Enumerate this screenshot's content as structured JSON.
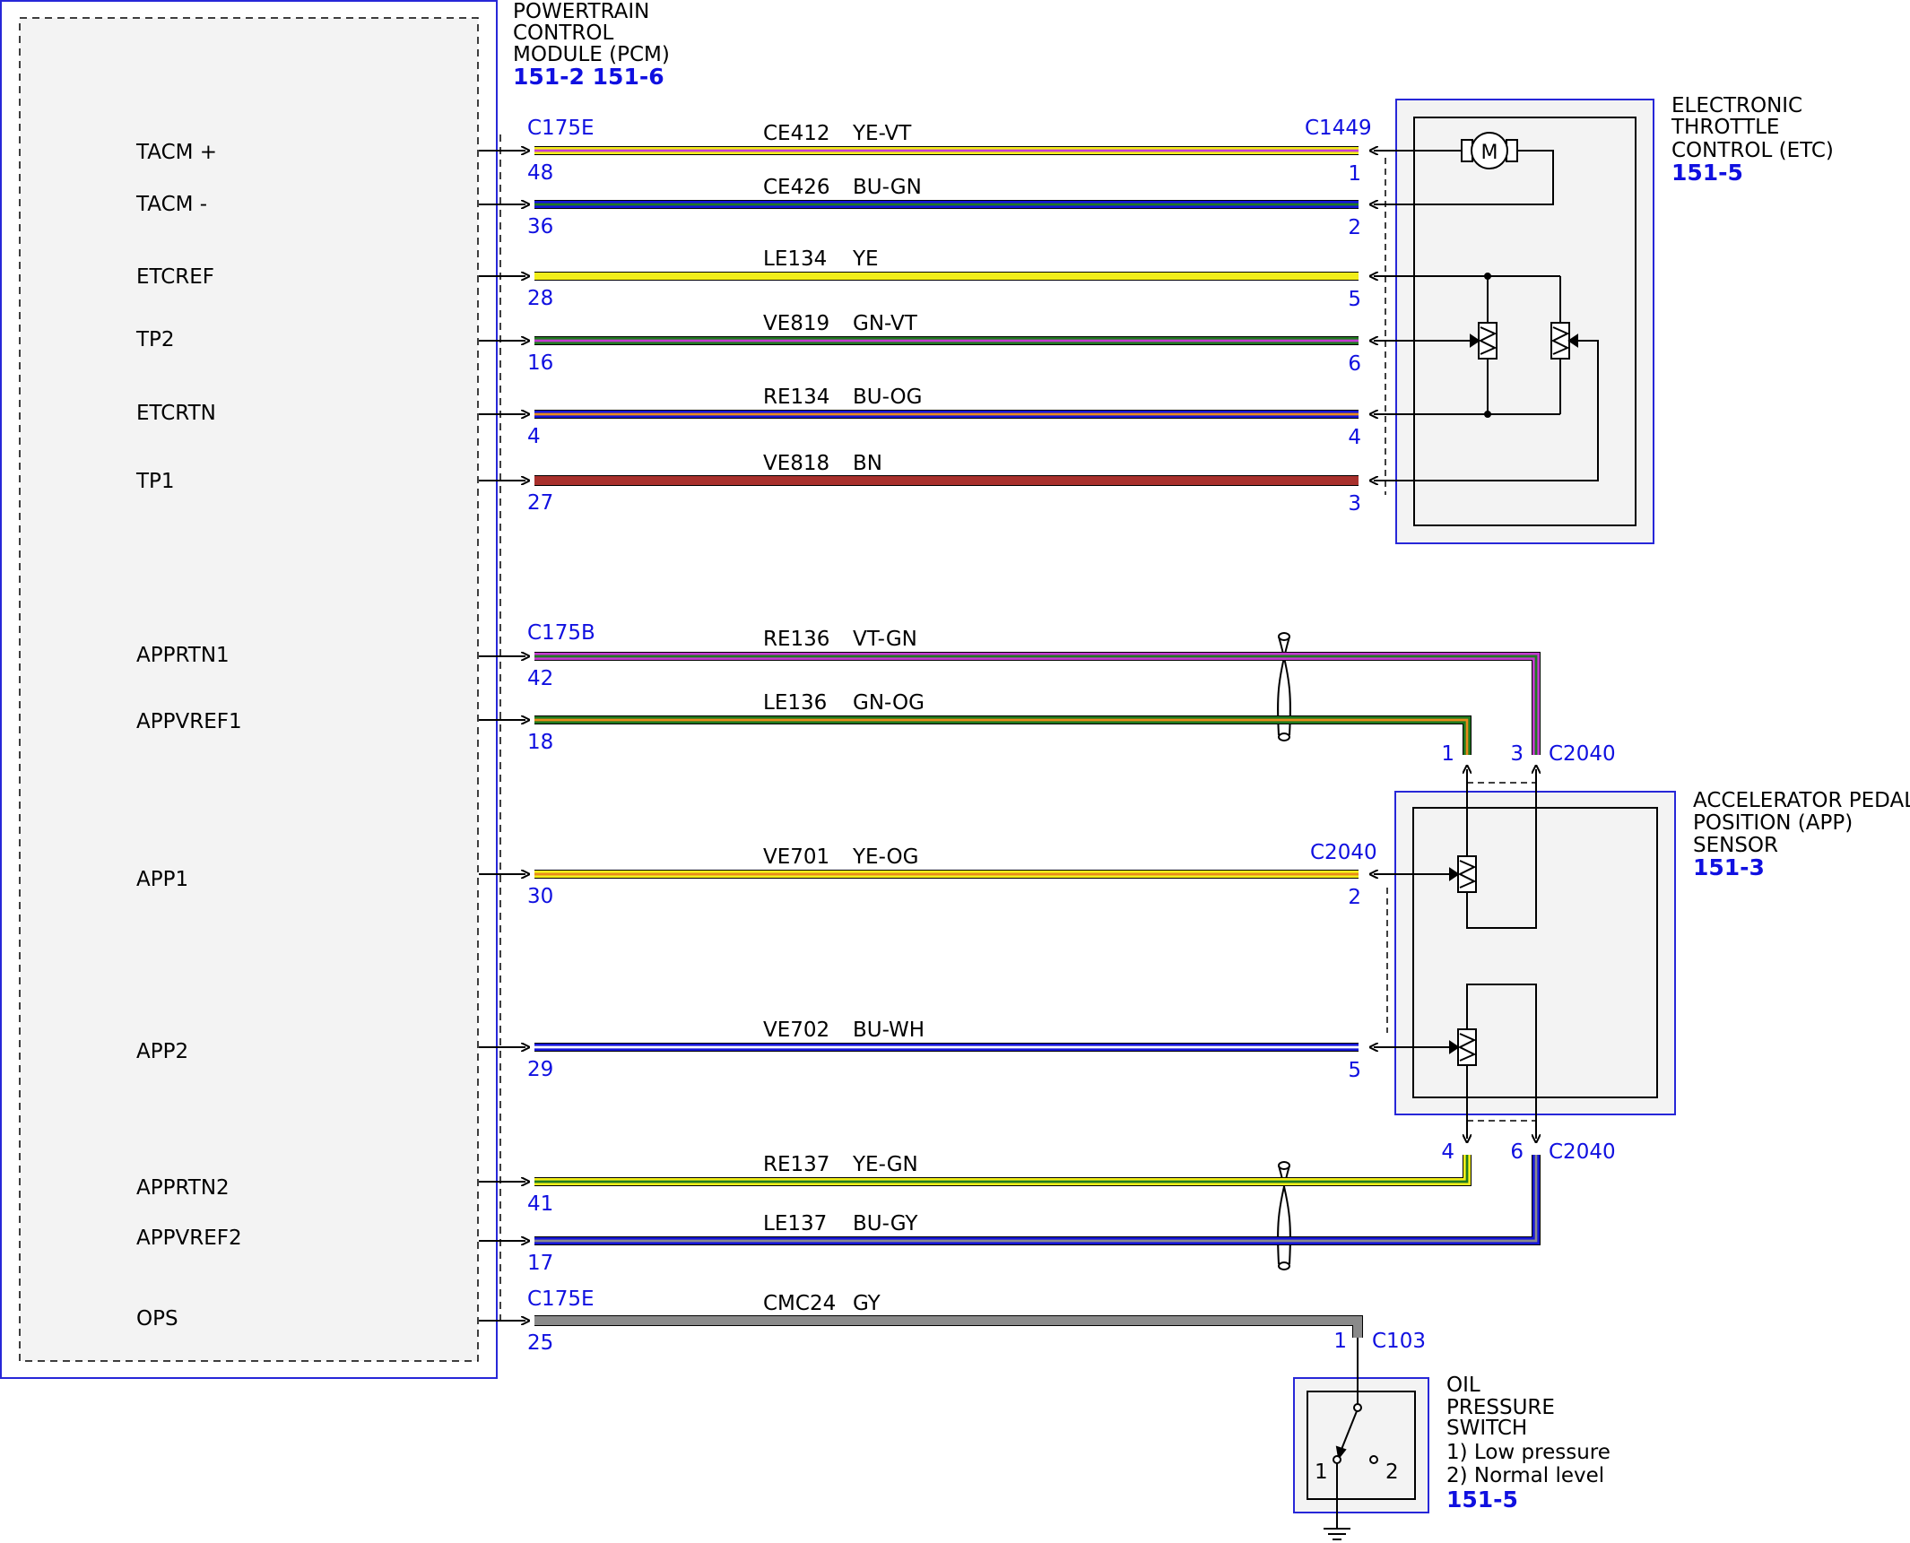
{
  "colors": {
    "border_blue": "#2727d8",
    "pin_blue": "#1010e0",
    "YE": "#f2ee1a",
    "VT": "#c43bd0",
    "BU": "#1515d8",
    "GN": "#1f7a1f",
    "OG": "#e88a1a",
    "BN": "#a8302c",
    "WH": "#ffffff",
    "GY": "#8a8a8a",
    "PK_VT": "#e6a6e6"
  },
  "modules": {
    "pcm": {
      "title_lines": [
        "POWERTRAIN",
        "CONTROL",
        "MODULE (PCM)"
      ],
      "ref": "151-2 151-6"
    },
    "etc": {
      "title_lines": [
        "ELECTRONIC",
        "THROTTLE",
        "CONTROL (ETC)"
      ],
      "ref": "151-5"
    },
    "app": {
      "title_lines": [
        "ACCELERATOR PEDAL",
        "POSITION (APP)",
        "SENSOR"
      ],
      "ref": "151-3"
    },
    "ops": {
      "title_lines": [
        "OIL",
        "PRESSURE",
        "SWITCH",
        "1) Low pressure",
        "2) Normal level"
      ],
      "ref": "151-5",
      "pin_left": "1",
      "pin_right": "2"
    }
  },
  "connectors": {
    "c175e_top": "C175E",
    "c1449": "C1449",
    "c175b": "C175B",
    "c2040_upper": "C2040",
    "c2040_mid": "C2040",
    "c2040_lower": "C2040",
    "c175e_bottom": "C175E",
    "c103": "C103"
  },
  "signals": [
    "TACM +",
    "TACM -",
    "ETCREF",
    "TP2",
    "ETCRTN",
    "TP1",
    "APPRTN1",
    "APPVREF1",
    "APP1",
    "APP2",
    "APPRTN2",
    "APPVREF2",
    "OPS"
  ],
  "wires": [
    {
      "circuit": "CE412",
      "color": "YE-VT",
      "pcm_pin": "48",
      "far_pin": "1"
    },
    {
      "circuit": "CE426",
      "color": "BU-GN",
      "pcm_pin": "36",
      "far_pin": "2"
    },
    {
      "circuit": "LE134",
      "color": "YE",
      "pcm_pin": "28",
      "far_pin": "5"
    },
    {
      "circuit": "VE819",
      "color": "GN-VT",
      "pcm_pin": "16",
      "far_pin": "6"
    },
    {
      "circuit": "RE134",
      "color": "BU-OG",
      "pcm_pin": "4",
      "far_pin": "4"
    },
    {
      "circuit": "VE818",
      "color": "BN",
      "pcm_pin": "27",
      "far_pin": "3"
    },
    {
      "circuit": "RE136",
      "color": "VT-GN",
      "pcm_pin": "42",
      "far_pin": "3"
    },
    {
      "circuit": "LE136",
      "color": "GN-OG",
      "pcm_pin": "18",
      "far_pin": "1"
    },
    {
      "circuit": "VE701",
      "color": "YE-OG",
      "pcm_pin": "30",
      "far_pin": "2"
    },
    {
      "circuit": "VE702",
      "color": "BU-WH",
      "pcm_pin": "29",
      "far_pin": "5"
    },
    {
      "circuit": "RE137",
      "color": "YE-GN",
      "pcm_pin": "41",
      "far_pin": "4"
    },
    {
      "circuit": "LE137",
      "color": "BU-GY",
      "pcm_pin": "17",
      "far_pin": "6"
    },
    {
      "circuit": "CMC24",
      "color": "GY",
      "pcm_pin": "25",
      "far_pin": "1"
    }
  ]
}
